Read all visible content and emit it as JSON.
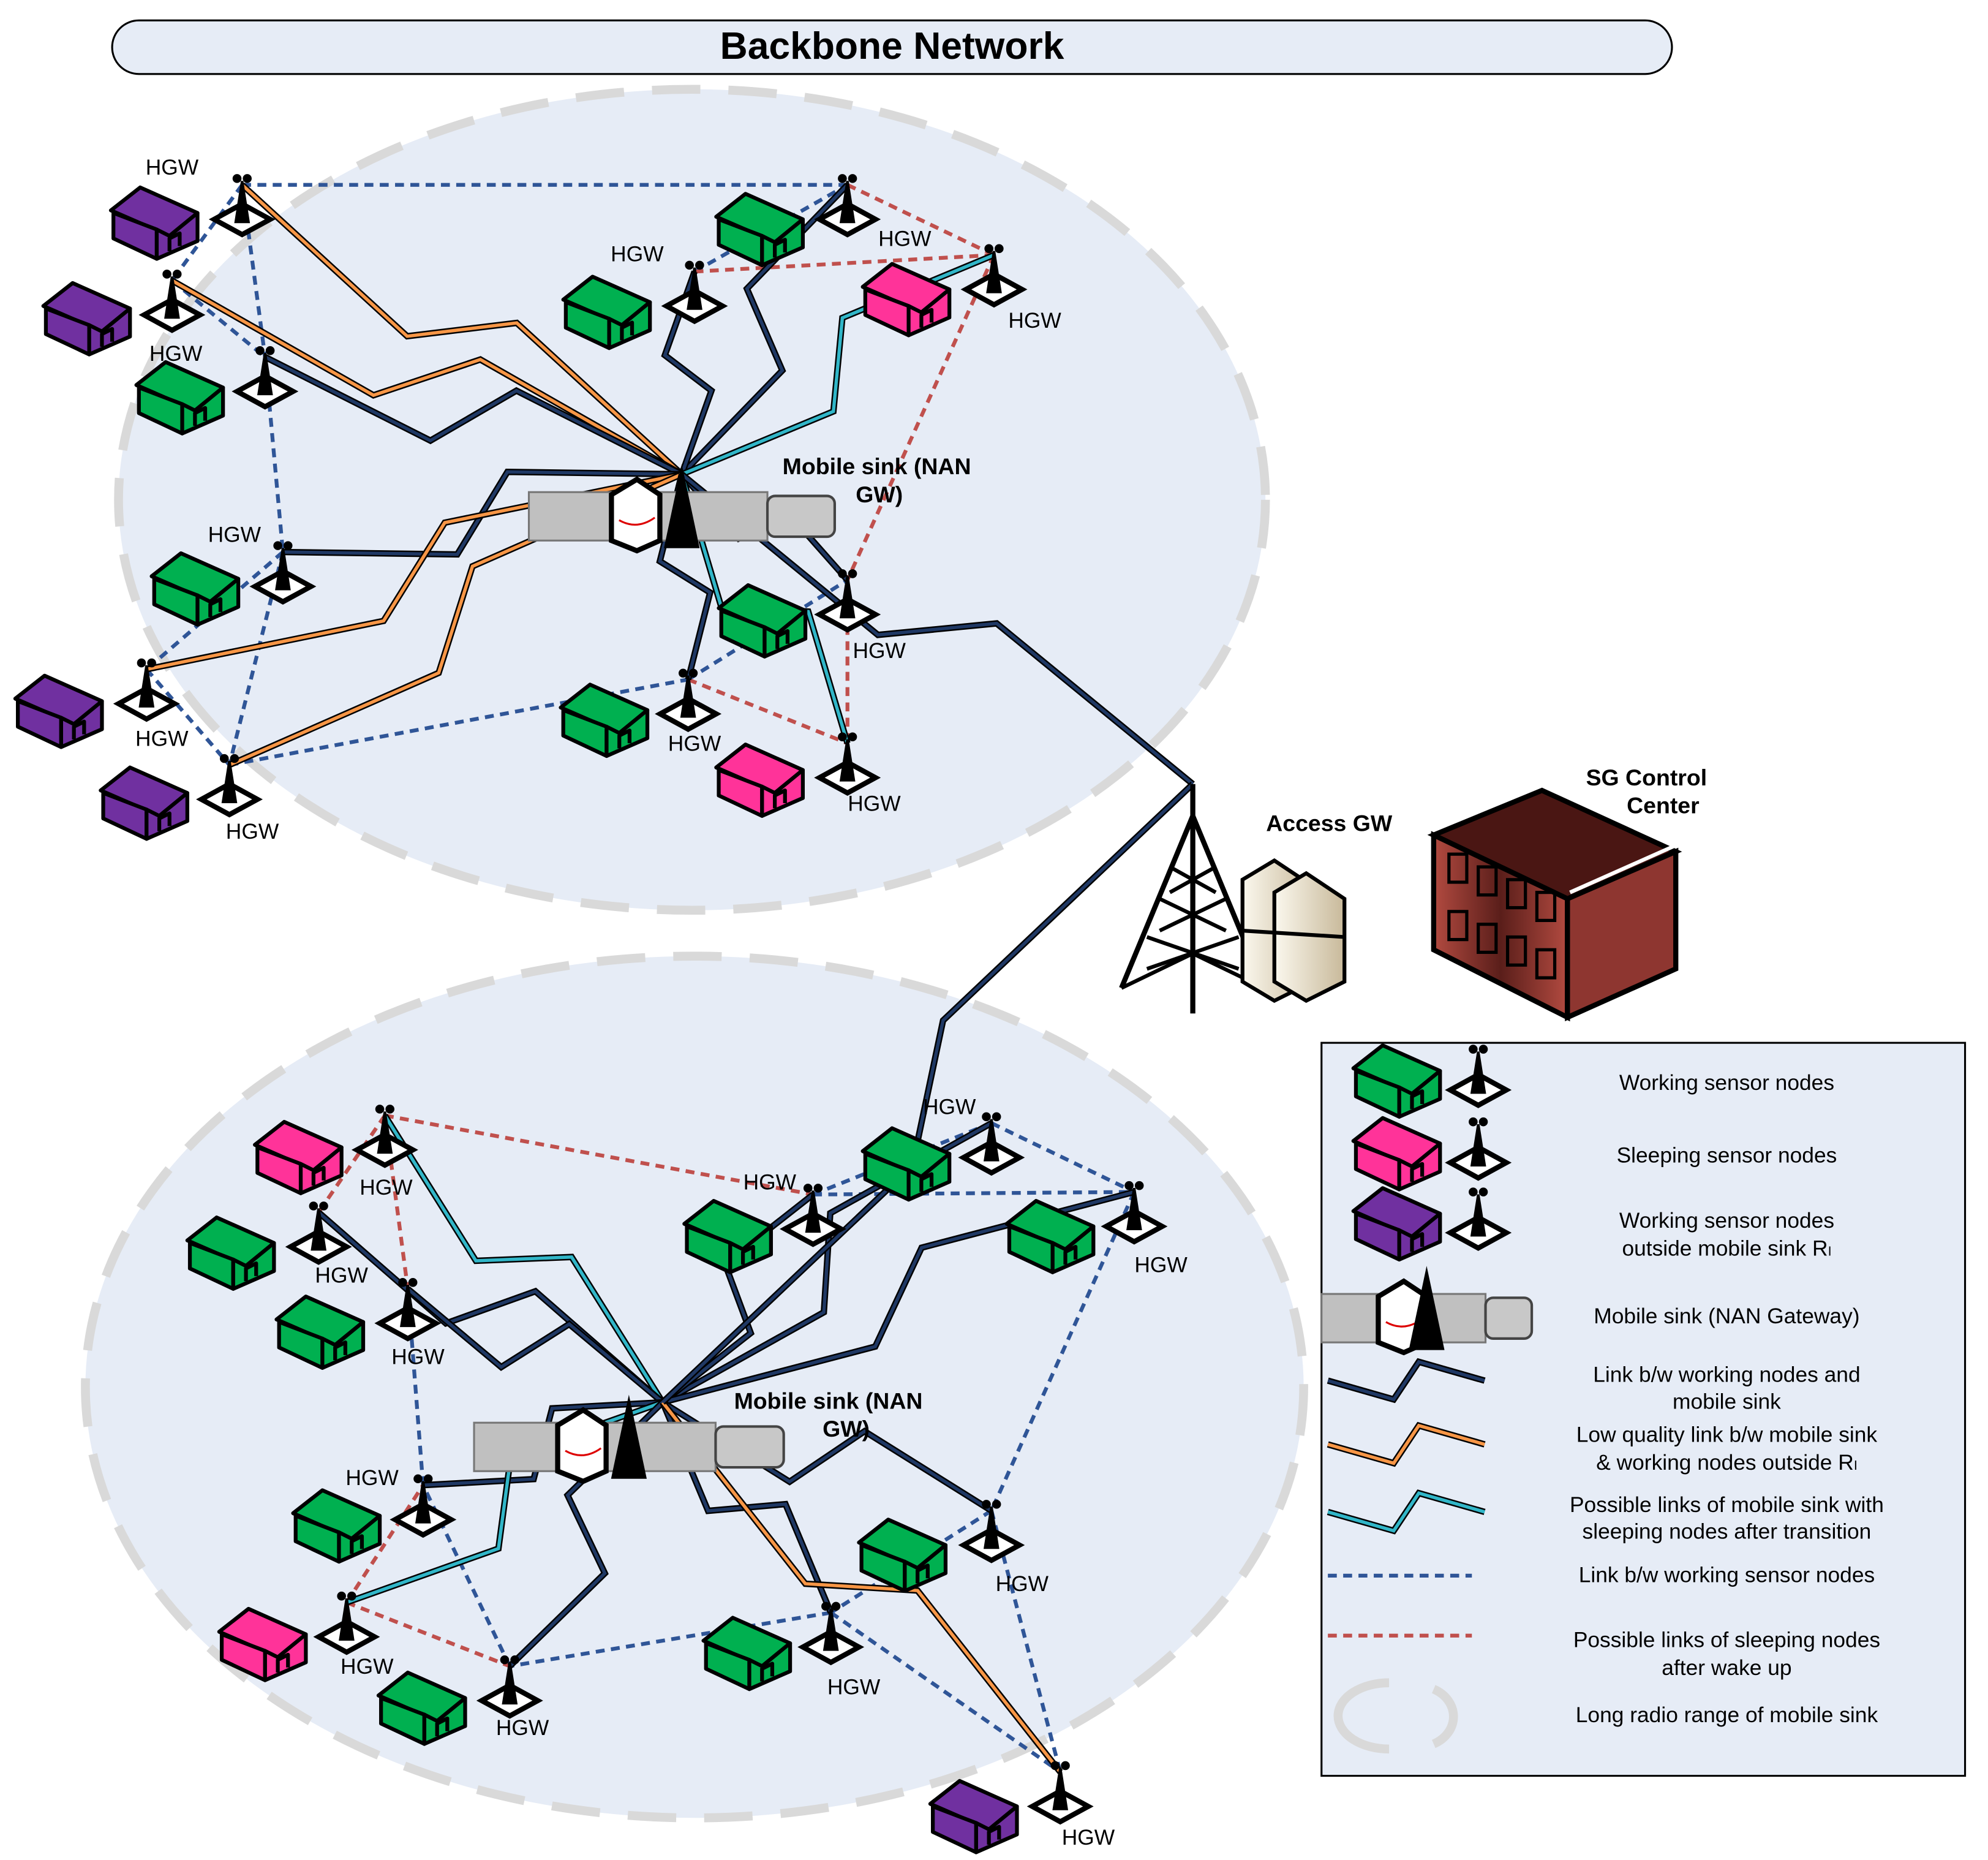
{
  "title": "Backbone Network",
  "hgw_label": "HGW",
  "top_cluster": {
    "sink_label_line1": "Mobile sink (NAN",
    "sink_label_line2": "GW)"
  },
  "bottom_cluster": {
    "sink_label_line1": "Mobile sink (NAN",
    "sink_label_line2": "GW)"
  },
  "access_gw_label": "Access GW",
  "control_center": {
    "line1": "SG Control",
    "line2": "Center"
  },
  "colors": {
    "working": "#00b050",
    "sleeping": "#ff3399",
    "outside": "#7030a0",
    "link_dark": "#1f3864",
    "link_orange": "#f79646",
    "link_cyan": "#31b6c8",
    "dash_blue": "#2f5597",
    "dash_red": "#c0504d",
    "range": "#d9d9d9",
    "cluster_fill": "#e6ecf6",
    "building": "#a0413a"
  },
  "legend": {
    "items": [
      {
        "line1": "Working sensor nodes",
        "line2": ""
      },
      {
        "line1": "Sleeping sensor nodes",
        "line2": ""
      },
      {
        "line1": "Working sensor nodes",
        "line2": "outside mobile sink Rₗ"
      },
      {
        "line1": "Mobile sink (NAN Gateway)",
        "line2": ""
      },
      {
        "line1": "Link b/w working nodes and",
        "line2": "mobile sink"
      },
      {
        "line1": "Low quality link b/w mobile sink",
        "line2": "& working nodes outside Rₗ"
      },
      {
        "line1": "Possible links of mobile sink with",
        "line2": "sleeping nodes after transition"
      },
      {
        "line1": "Link b/w working sensor nodes",
        "line2": ""
      },
      {
        "line1": "Possible links of sleeping nodes",
        "line2": "after wake up"
      },
      {
        "line1": "Long radio range of mobile sink",
        "line2": ""
      }
    ]
  }
}
